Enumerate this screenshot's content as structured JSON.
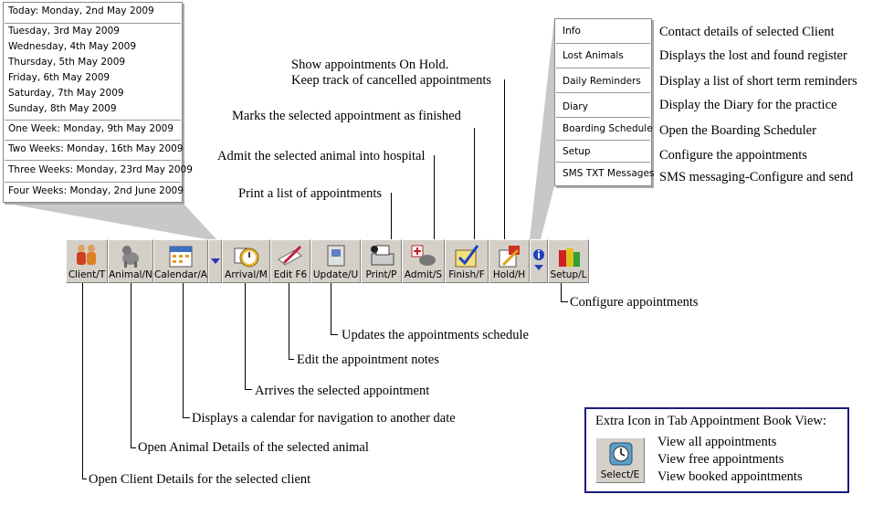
{
  "date_menu": {
    "today": "Today: Monday, 2nd May 2009",
    "days": [
      "Tuesday, 3rd May 2009",
      "Wednesday, 4th May 2009",
      "Thursday, 5th May 2009",
      "Friday, 6th May 2009",
      "Saturday, 7th May 2009",
      "Sunday, 8th May 2009"
    ],
    "one_week": "One Week: Monday, 9th May 2009",
    "two_weeks": "Two Weeks: Monday, 16th May 2009",
    "three_weeks": "Three Weeks: Monday, 23rd May 2009",
    "four_weeks": "Four Weeks: Monday, 2nd June 2009"
  },
  "options_menu": {
    "items": [
      "Info",
      "Lost Animals",
      "Daily Reminders",
      "Diary",
      "Boarding Schedule",
      "Setup",
      "SMS TXT Messages"
    ],
    "descriptions": [
      "Contact details of selected Client",
      "Displays the lost and found register",
      "Display a list of short term reminders",
      "Display the Diary for the practice",
      "Open the Boarding Scheduler",
      "Configure the appointments",
      "SMS messaging-Configure and send"
    ]
  },
  "toolbar": {
    "client": "Client/T",
    "animal": "Animal/N",
    "calendar": "Calendar/A",
    "arrival": "Arrival/M",
    "edit": "Edit F6",
    "update": "Update/U",
    "print": "Print/P",
    "admit": "Admit/S",
    "finish": "Finish/F",
    "hold": "Hold/H",
    "setup": "Setup/L"
  },
  "callouts": {
    "hold_1": "Show appointments On Hold.",
    "hold_2": "Keep track of cancelled appointments",
    "finish": "Marks the selected appointment as finished",
    "admit": "Admit the selected animal into hospital",
    "print": "Print a list of appointments",
    "setup": "Configure appointments",
    "update": "Updates the appointments schedule",
    "edit": "Edit the appointment notes",
    "arrival": "Arrives the selected appointment",
    "calendar": "Displays a calendar for navigation to another date",
    "animal": "Open Animal Details of the selected animal",
    "client": "Open Client Details for the selected client"
  },
  "extra": {
    "title": "Extra Icon in Tab Appointment Book View:",
    "button": "Select/E",
    "lines": [
      "View all appointments",
      "View free appointments",
      "View booked appointments"
    ]
  }
}
